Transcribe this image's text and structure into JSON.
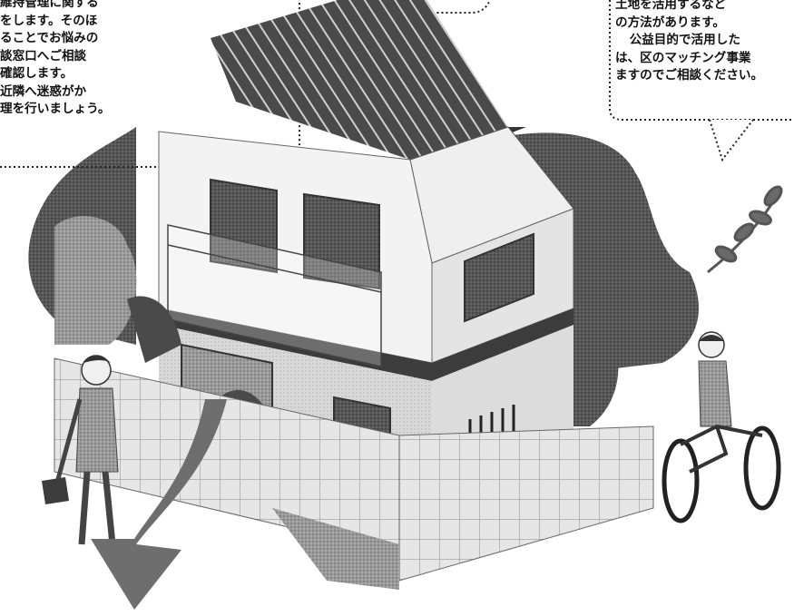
{
  "left_bubble": {
    "lines": [
      "維持管理に関する",
      "をします。そのほ",
      "ることでお悩みの",
      "談窓口へご相談",
      "確認します。",
      "近隣へ迷惑がか",
      "理を行いましょう。"
    ]
  },
  "right_bubble": {
    "lines": [
      "土地を活用するなど",
      "の方法があります。",
      "　公益目的で活用した",
      "は、区のマッチング事業",
      "ますのでご相談ください。"
    ]
  },
  "icons": {
    "house": "house-illustration",
    "arrow": "curved-arrow-down-icon",
    "woman": "woman-with-bag-illustration",
    "cyclist": "child-on-bicycle-illustration"
  },
  "colors": {
    "ink": "#111111",
    "dark_tone": "#555555",
    "mid_tone": "#8a8a8a",
    "light_tone": "#bcbcbc",
    "paper": "#ffffff"
  }
}
